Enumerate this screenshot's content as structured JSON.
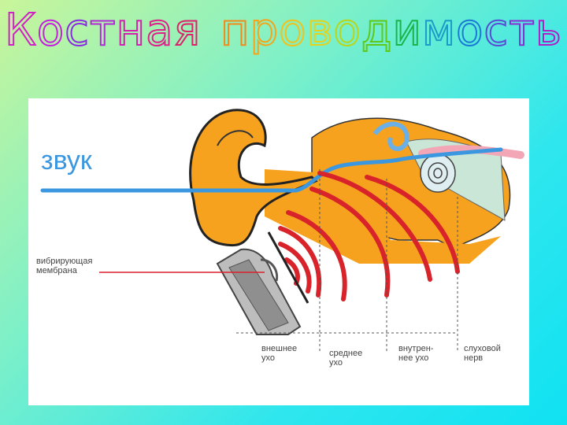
{
  "title": {
    "letters": [
      {
        "ch": "К",
        "color": "#d21fc8"
      },
      {
        "ch": "о",
        "color": "#c51fe0"
      },
      {
        "ch": "с",
        "color": "#8a2be2"
      },
      {
        "ch": "т",
        "color": "#b02ad6"
      },
      {
        "ch": "н",
        "color": "#d41fb0"
      },
      {
        "ch": "а",
        "color": "#e0208a"
      },
      {
        "ch": "я",
        "color": "#e0206a"
      },
      {
        "ch": " ",
        "color": "#ffffff"
      },
      {
        "ch": "п",
        "color": "#f28a1a"
      },
      {
        "ch": "р",
        "color": "#f5a51a"
      },
      {
        "ch": "о",
        "color": "#f2c21a"
      },
      {
        "ch": "в",
        "color": "#e6d21a"
      },
      {
        "ch": "о",
        "color": "#b8d61a"
      },
      {
        "ch": "д",
        "color": "#5fc81a"
      },
      {
        "ch": "и",
        "color": "#1ab44a"
      },
      {
        "ch": "м",
        "color": "#1a9cc8"
      },
      {
        "ch": "о",
        "color": "#1a7ad6"
      },
      {
        "ch": "с",
        "color": "#5a4ad6"
      },
      {
        "ch": "т",
        "color": "#8a2bd6"
      },
      {
        "ch": "ь",
        "color": "#b01fc8"
      }
    ]
  },
  "diagram": {
    "sound_label": "звук",
    "membrane_label_line1": "вибрирующая",
    "membrane_label_line2": "мембрана",
    "outer_ear_line1": "внешнее",
    "outer_ear_line2": "ухо",
    "middle_ear_line1": "среднее",
    "middle_ear_line2": "ухо",
    "inner_ear_line1": "внутрен-",
    "inner_ear_line2": "нее ухо",
    "nerve_line1": "слуховой",
    "nerve_line2": "нерв"
  },
  "colors": {
    "bone": "#f6a21e",
    "wave": "#d8232a",
    "sound": "#3a97e0",
    "nerve": "#f3a6b5"
  }
}
